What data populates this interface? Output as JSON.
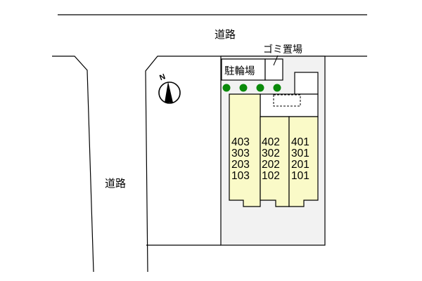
{
  "roads": {
    "top_label": "道路",
    "left_label": "道路"
  },
  "facilities": {
    "bicycle_parking": "駐輪場",
    "garbage_area": "ゴミ置場"
  },
  "compass": {
    "north_label": "N"
  },
  "building": {
    "columns": [
      {
        "rooms": [
          "403",
          "303",
          "203",
          "103"
        ]
      },
      {
        "rooms": [
          "402",
          "302",
          "202",
          "102"
        ]
      },
      {
        "rooms": [
          "401",
          "301",
          "201",
          "101"
        ]
      }
    ]
  },
  "colors": {
    "building_fill": "#fafac8",
    "lot_fill": "#f2f2f2",
    "tree": "#0a8a0a",
    "line": "#000000"
  }
}
